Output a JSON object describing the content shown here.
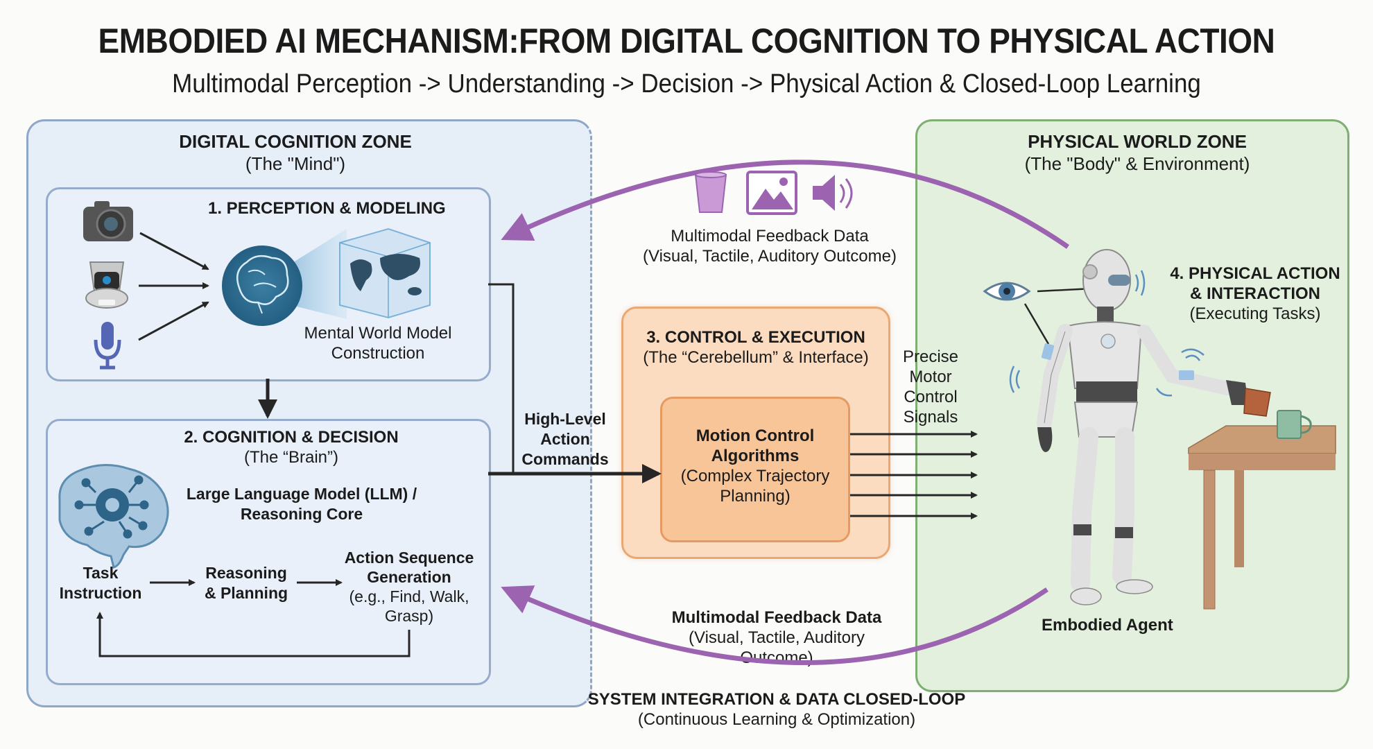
{
  "header": {
    "title": "EMBODIED AI MECHANISM:FROM DIGITAL COGNITION TO PHYSICAL ACTION",
    "subtitle": "Multimodal Perception -> Understanding -> Decision -> Physical Action & Closed-Loop Learning"
  },
  "digital_zone": {
    "title": "DIGITAL COGNITION ZONE",
    "subtitle": "(The \"Mind\")",
    "perception": {
      "title": "1. PERCEPTION & MODELING",
      "inputs": [
        "camera-icon",
        "robot-camera-sensor-icon",
        "microphone-icon"
      ],
      "model_label_line1": "Mental World Model",
      "model_label_line2": "Construction"
    },
    "cognition": {
      "title": "2. COGNITION & DECISION",
      "subtitle": "(The “Brain”)",
      "core_line1": "Large Language Model (LLM) /",
      "core_line2": "Reasoning Core",
      "steps": [
        {
          "line1": "Task",
          "line2": "Instruction"
        },
        {
          "line1": "Reasoning",
          "line2": "& Planning"
        },
        {
          "line1": "Action Sequence",
          "line2": "Generation",
          "line3": "(e.g., Find, Walk,",
          "line4": "Grasp)"
        }
      ]
    }
  },
  "commands": {
    "line1": "High-Level",
    "line2": "Action",
    "line3": "Commands"
  },
  "feedback_top": {
    "icons": [
      "cup-icon",
      "image-icon",
      "speaker-icon"
    ],
    "line1": "Multimodal Feedback Data",
    "line2": "(Visual, Tactile, Auditory Outcome)"
  },
  "control": {
    "title": "3. CONTROL & EXECUTION",
    "subtitle": "(The “Cerebellum” & Interface)",
    "inner_line1": "Motion Control",
    "inner_line2": "Algorithms",
    "inner_line3": "(Complex Trajectory",
    "inner_line4": "Planning)"
  },
  "signals": {
    "line1": "Precise",
    "line2": "Motor",
    "line3": "Control",
    "line4": "Signals",
    "arrow_count": 5
  },
  "physical_zone": {
    "title": "PHYSICAL WORLD ZONE",
    "subtitle": "(The \"Body\" & Environment)",
    "action_title_line1": "4. PHYSICAL ACTION",
    "action_title_line2": "& INTERACTION",
    "action_subtitle": "(Executing Tasks)",
    "agent_label": "Embodied Agent"
  },
  "feedback_bottom": {
    "line1": "Multimodal Feedback Data",
    "line2": "(Visual, Tactile, Auditory",
    "line3": "Outcome)"
  },
  "footer": {
    "title": "SYSTEM INTEGRATION & DATA CLOSED-LOOP",
    "subtitle": "(Continuous Learning & Optimization)"
  },
  "colors": {
    "digital_bg": "#e6eef8",
    "physical_bg": "#e3f0dd",
    "control_bg": "#fbdcc0",
    "feedback_arc": "#9b63b0"
  }
}
